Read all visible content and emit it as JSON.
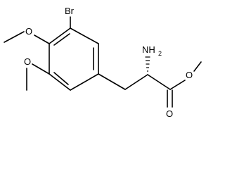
{
  "molecule": {
    "atoms": {
      "bromine": "Br",
      "amine": "NH",
      "amine_subscript": "2",
      "methoxy_upper_oxygen": "O",
      "methoxy_lower_oxygen": "O",
      "ester_single_oxygen": "O",
      "ester_carbonyl_oxygen": "O"
    }
  }
}
